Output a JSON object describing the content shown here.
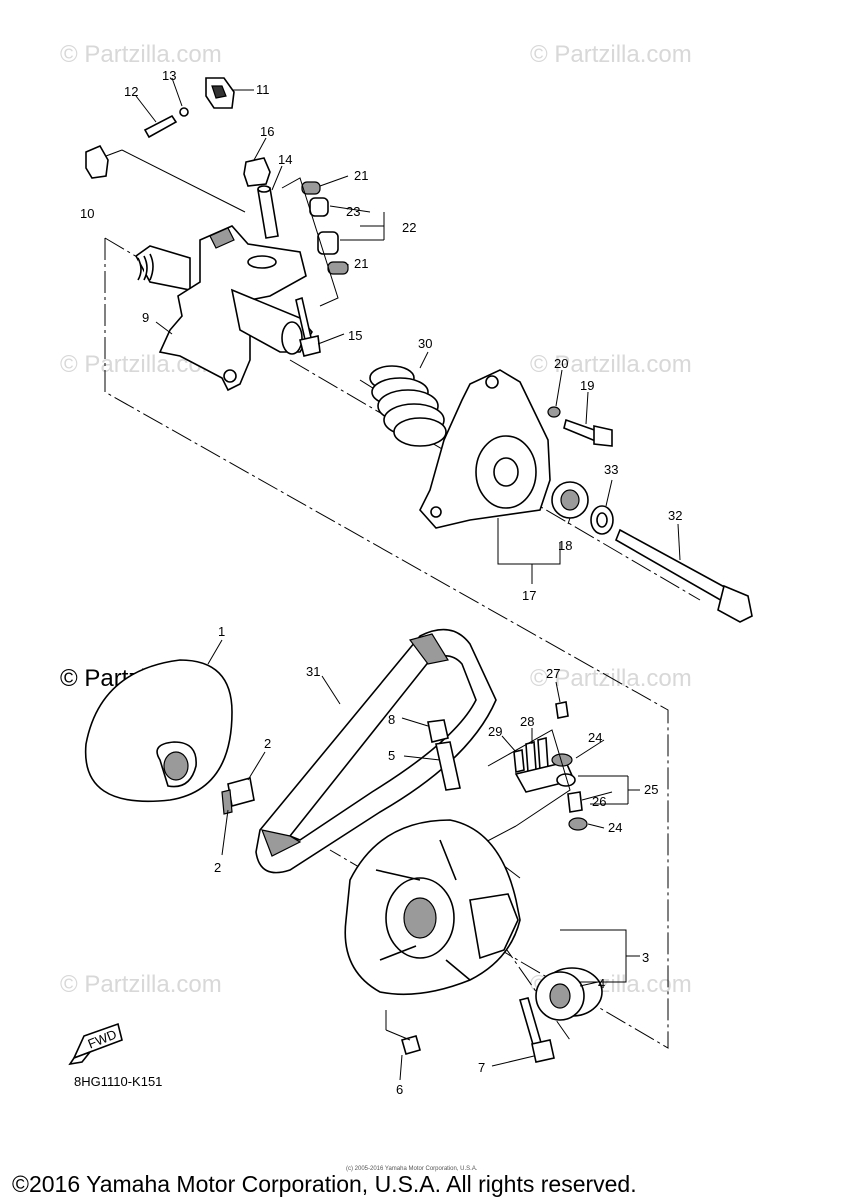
{
  "watermark": "© Partzilla.com",
  "diagram_code": "8HG1110-K151",
  "fwd_badge": "FWD",
  "fine_print": "(c) 2005-2016 Yamaha Motor Corporation, U.S.A.",
  "copyright": "©2016 Yamaha Motor Corporation, U.S.A. All rights reserved.",
  "callouts": {
    "c1": "1",
    "c2a": "2",
    "c2b": "2",
    "c3": "3",
    "c4": "4",
    "c5": "5",
    "c6": "6",
    "c7": "7",
    "c8": "8",
    "c9": "9",
    "c10": "10",
    "c11": "11",
    "c12": "12",
    "c13": "13",
    "c14": "14",
    "c15": "15",
    "c16": "16",
    "c17": "17",
    "c18": "18",
    "c19": "19",
    "c20": "20",
    "c21a": "21",
    "c21b": "21",
    "c22": "22",
    "c23": "23",
    "c24a": "24",
    "c24b": "24",
    "c25": "25",
    "c26": "26",
    "c27": "27",
    "c28": "28",
    "c29": "29",
    "c30": "30",
    "c31": "31",
    "c32": "32",
    "c33": "33"
  }
}
